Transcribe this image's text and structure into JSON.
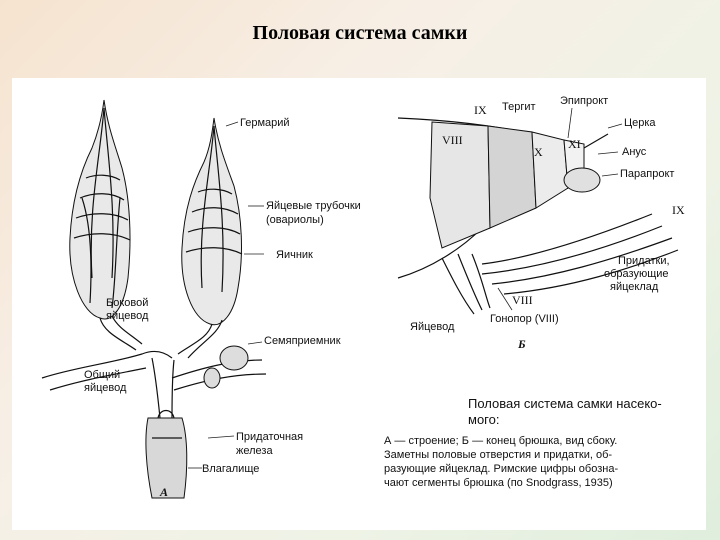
{
  "title": "Половая система самки",
  "panel_a": {
    "letter": "А",
    "labels": {
      "germarium": "Гермарий",
      "ovarioles_line1": "Яйцевые трубочки",
      "ovarioles_line2": "(овариолы)",
      "ovary": "Яичник",
      "lateral_oviduct_line1": "Боковой",
      "lateral_oviduct_line2": "яйцевод",
      "spermatheca": "Семяприемник",
      "common_oviduct_line1": "Общий",
      "common_oviduct_line2": "яйцевод",
      "accessory_gland_line1": "Придаточная",
      "accessory_gland_line2": "железа",
      "vagina": "Влагалище"
    }
  },
  "panel_b": {
    "letter": "Б",
    "labels": {
      "tergite": "Тергит",
      "epiproct": "Эпипрокт",
      "cercus": "Церка",
      "anus": "Анус",
      "paraproct": "Парапрокт",
      "appendages_line1": "Придатки,",
      "appendages_line2": "образующие",
      "appendages_line3": "яйцеклад",
      "oviduct": "Яйцевод",
      "gonopore": "Гонопор (VIII)"
    },
    "roman": {
      "ix_top": "IX",
      "viii_top": "VIII",
      "x": "X",
      "xi": "XI",
      "ix_right": "IX",
      "viii_bottom": "VIII"
    }
  },
  "caption": {
    "title_line1": "Половая система самки насеко-",
    "title_line2": "мого:",
    "body": [
      "А — строение; Б — конец брюшка, вид сбоку.",
      "Заметны половые отверстия и придатки, об-",
      "разующие яйцеклад. Римские цифры обозна-",
      "чают сегменты брюшка (по Snodgrass, 1935)"
    ]
  }
}
